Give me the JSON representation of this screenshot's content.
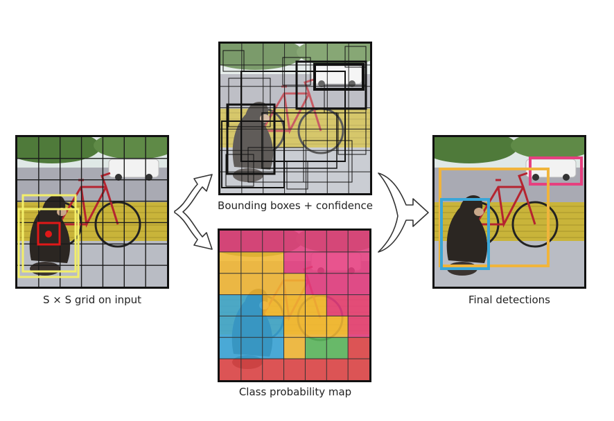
{
  "captions": {
    "input": "S × S grid on input",
    "bounding": "Bounding boxes + confidence",
    "classmap": "Class probability map",
    "final": "Final detections"
  },
  "grid": {
    "size": 7
  },
  "class_map": {
    "colors": {
      "pink": "#e63d7f",
      "yellow": "#f4b834",
      "blue": "#3aa6d8",
      "green": "#5cb85c",
      "red": "#e04545"
    },
    "cells": [
      [
        "pink",
        "pink",
        "pink",
        "pink",
        "pink",
        "pink",
        "pink"
      ],
      [
        "yellow",
        "yellow",
        "yellow",
        "pink",
        "pink",
        "pink",
        "pink"
      ],
      [
        "yellow",
        "yellow",
        "yellow",
        "yellow",
        "pink",
        "pink",
        "pink"
      ],
      [
        "blue",
        "blue",
        "yellow",
        "yellow",
        "yellow",
        "pink",
        "pink"
      ],
      [
        "blue",
        "blue",
        "blue",
        "yellow",
        "yellow",
        "yellow",
        "pink"
      ],
      [
        "blue",
        "blue",
        "blue",
        "yellow",
        "green",
        "green",
        "red"
      ],
      [
        "red",
        "red",
        "red",
        "red",
        "red",
        "red",
        "red"
      ]
    ]
  },
  "detections": {
    "colors": {
      "car": "#e6407f",
      "bicycle": "#f0b43c",
      "dog": "#3aa6d8"
    }
  },
  "colors": {
    "sky": "#dfe8e6",
    "foliage": "#4f7a3a",
    "road": "#a9aab3",
    "fence": "#c9b43a",
    "porch": "#b9bcc4",
    "dog": "#2b2622",
    "bike": "#b52430",
    "grid": "#1a1a1a",
    "input_box_yellow": "#f2ee6a",
    "input_box_red": "#e01818"
  }
}
